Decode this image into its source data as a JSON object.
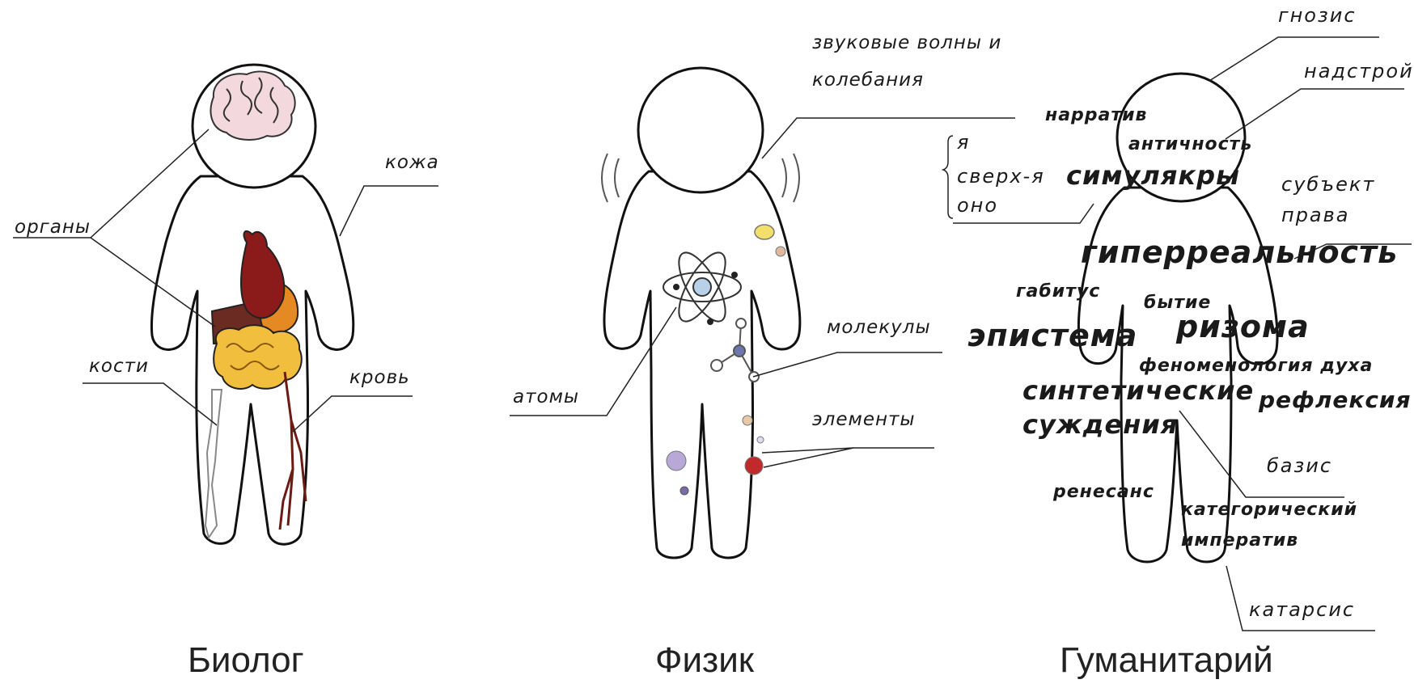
{
  "captions": {
    "biologist": "Биолог",
    "physicist": "Физик",
    "humanitarian": "Гуманитарий"
  },
  "biologist": {
    "labels": {
      "organs": "органы",
      "skin": "кожа",
      "bones": "кости",
      "blood": "кровь"
    }
  },
  "physicist": {
    "labels": {
      "sound": "звуковые волны и",
      "sound2": "колебания",
      "molecules": "молекулы",
      "atoms": "атомы",
      "elements": "элементы"
    }
  },
  "humanitarian": {
    "freud": {
      "ego": "я",
      "superego": "сверх-я",
      "id": "оно"
    },
    "thin_labels": {
      "gnosis": "гнозис",
      "superstructure": "надстройка",
      "subject": "субъект",
      "subject2": "права",
      "basis": "базис",
      "catharsis": "катарсис"
    },
    "words": {
      "narrative": "нарратив",
      "antiquity": "античность",
      "simulacra": "симулякры",
      "hyperreality": "гиперреальность",
      "habitus": "габитус",
      "being": "бытие",
      "episteme": "эпистема",
      "rhizome": "ризома",
      "phenomenology": "феноменология духа",
      "synthetic": "синтетические",
      "judgments": "суждения",
      "reflection": "рефлексия",
      "renaissance": "ренесанс",
      "categorical": "категорический",
      "imperative": "императив"
    }
  }
}
